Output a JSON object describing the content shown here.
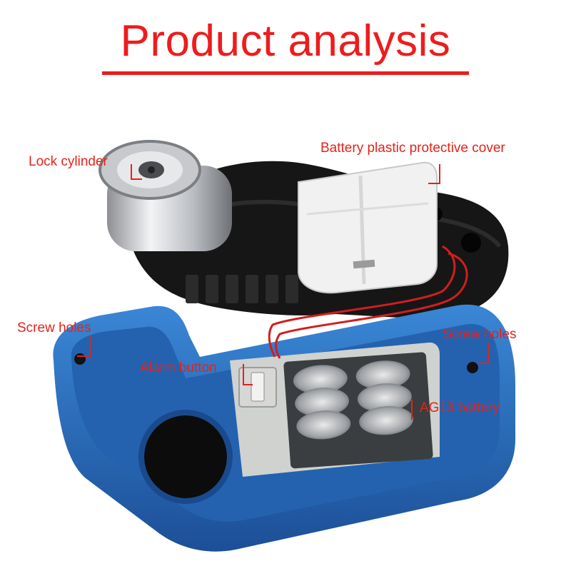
{
  "title": "Product analysis",
  "labels": {
    "lock_cylinder": "Lock cylinder",
    "battery_cover": "Battery plastic protective cover",
    "screw_holes_left": "Screw holes",
    "screw_holes_right": "Screw holes",
    "alarm_button": "Alarm button",
    "ag13_battery": "AG13 battery"
  },
  "colors": {
    "label_red": "#e3231b",
    "title_red": "#ee1c1c",
    "shell_blue": "#2a6fc0",
    "housing_black": "#161616",
    "cover_white": "#f1f1f1",
    "wire_red": "#d01e1e"
  }
}
